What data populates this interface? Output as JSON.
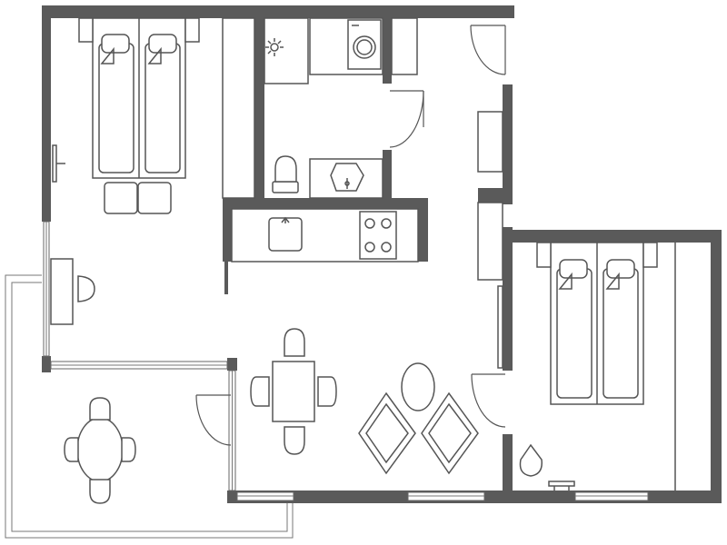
{
  "plan": {
    "rooms": [
      "bedroom-1",
      "bathroom",
      "kitchenette",
      "living-dining",
      "balcony",
      "bedroom-2"
    ],
    "furniture_icons": [
      "bed-icon",
      "nightstand-icon",
      "washing-machine-icon",
      "toilet-icon",
      "sink-icon",
      "stove-icon",
      "table-icon",
      "chair-icon",
      "armchair-icon",
      "round-table-icon",
      "door-swing-icon",
      "window-icon",
      "plant-icon"
    ],
    "colors": {
      "wall": "#5a5a5a",
      "line": "#555555",
      "background": "#ffffff"
    }
  }
}
